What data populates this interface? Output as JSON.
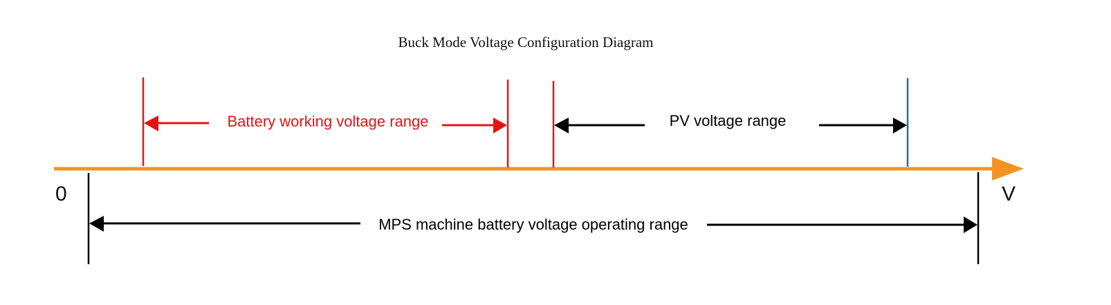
{
  "title": "Buck Mode Voltage Configuration Diagram",
  "axis": {
    "origin_label": "0",
    "unit_label": "V",
    "color": "#F39323"
  },
  "ranges": {
    "battery_working": {
      "label": "Battery working voltage range",
      "color": "#E31414"
    },
    "pv": {
      "label": "PV voltage range",
      "color": "#000000",
      "left_marker_color": "#E31414",
      "right_marker_color": "#1E6FB4"
    },
    "mps_operating": {
      "label": "MPS machine battery voltage operating range",
      "color": "#000000"
    }
  }
}
